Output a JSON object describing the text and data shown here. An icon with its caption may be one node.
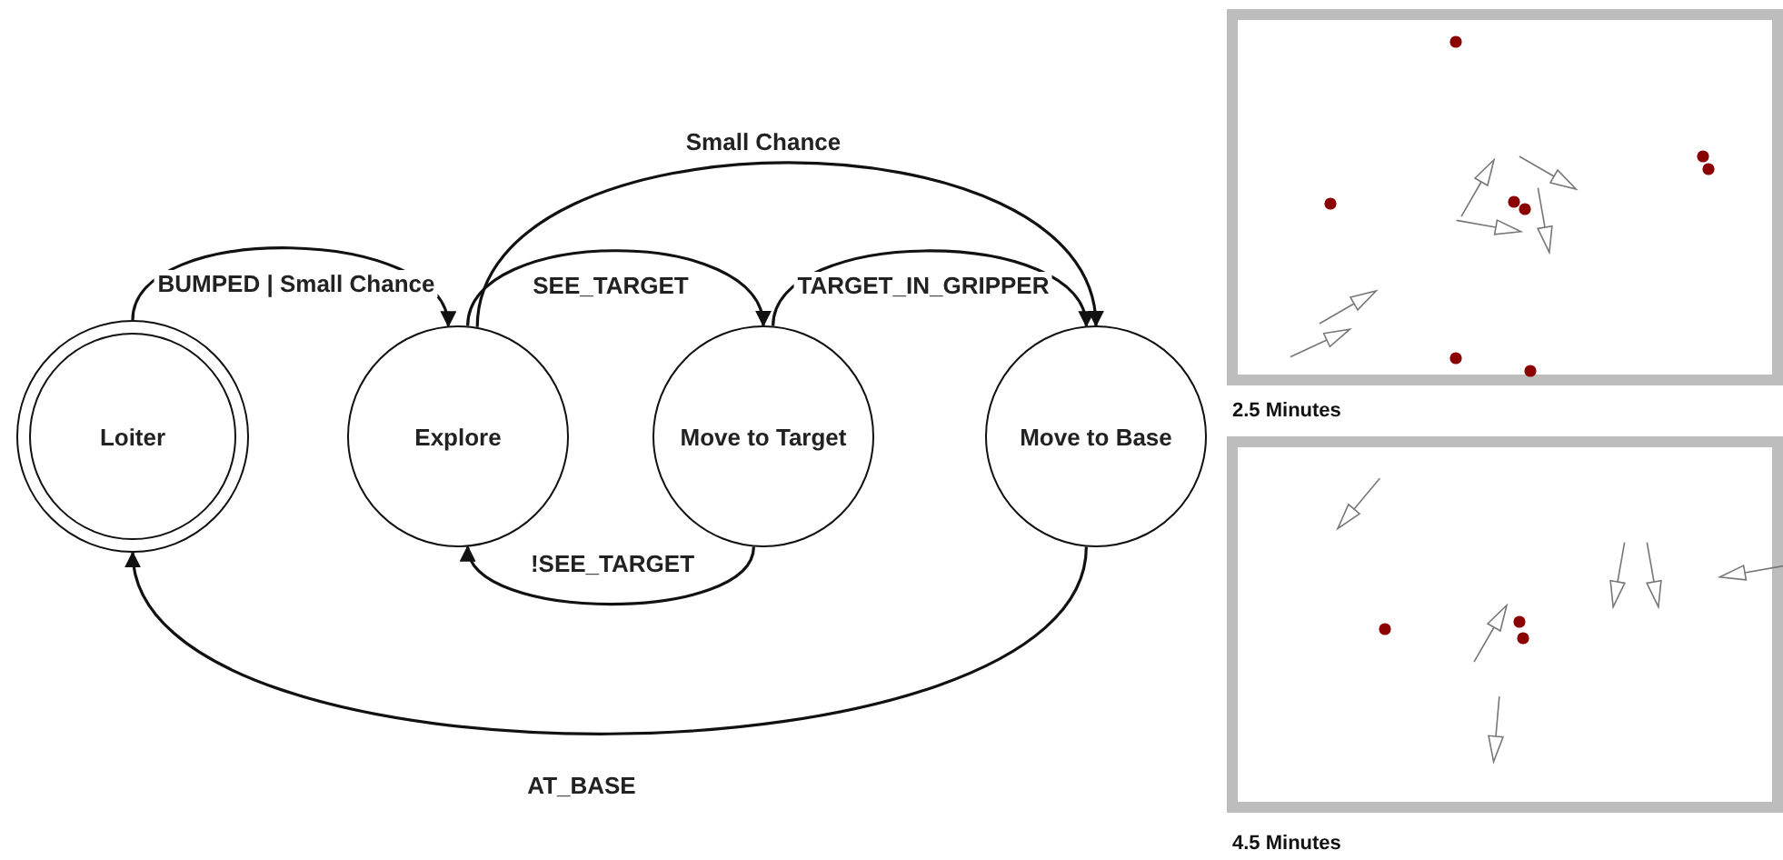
{
  "diagram": {
    "nodes": [
      {
        "text": [
          "Loiter"
        ]
      },
      {
        "text": [
          "Explore"
        ]
      },
      {
        "text": [
          "Move to Target"
        ]
      },
      {
        "text": [
          "Move to Base"
        ]
      }
    ],
    "edges": [
      {
        "from": 0,
        "to": 1,
        "arrow": "to",
        "label": "BUMPED | Small Chance"
      },
      {
        "from": 1,
        "to": 2,
        "arrow": "to",
        "label": "SEE_TARGET"
      },
      {
        "from": 1,
        "to": 3,
        "arrow": "to",
        "label": "Small Chance"
      },
      {
        "from": 2,
        "to": 3,
        "arrow": "to",
        "label": "TARGET_IN_GRIPPER"
      },
      {
        "from": 2,
        "to": 1,
        "arrow": "to",
        "label": "!SEE_TARGET"
      },
      {
        "from": 3,
        "to": 0,
        "arrow": "to",
        "label": "AT_BASE"
      }
    ],
    "labels": [
      "2.5 Minutes",
      "4.5 Minutes"
    ]
  }
}
